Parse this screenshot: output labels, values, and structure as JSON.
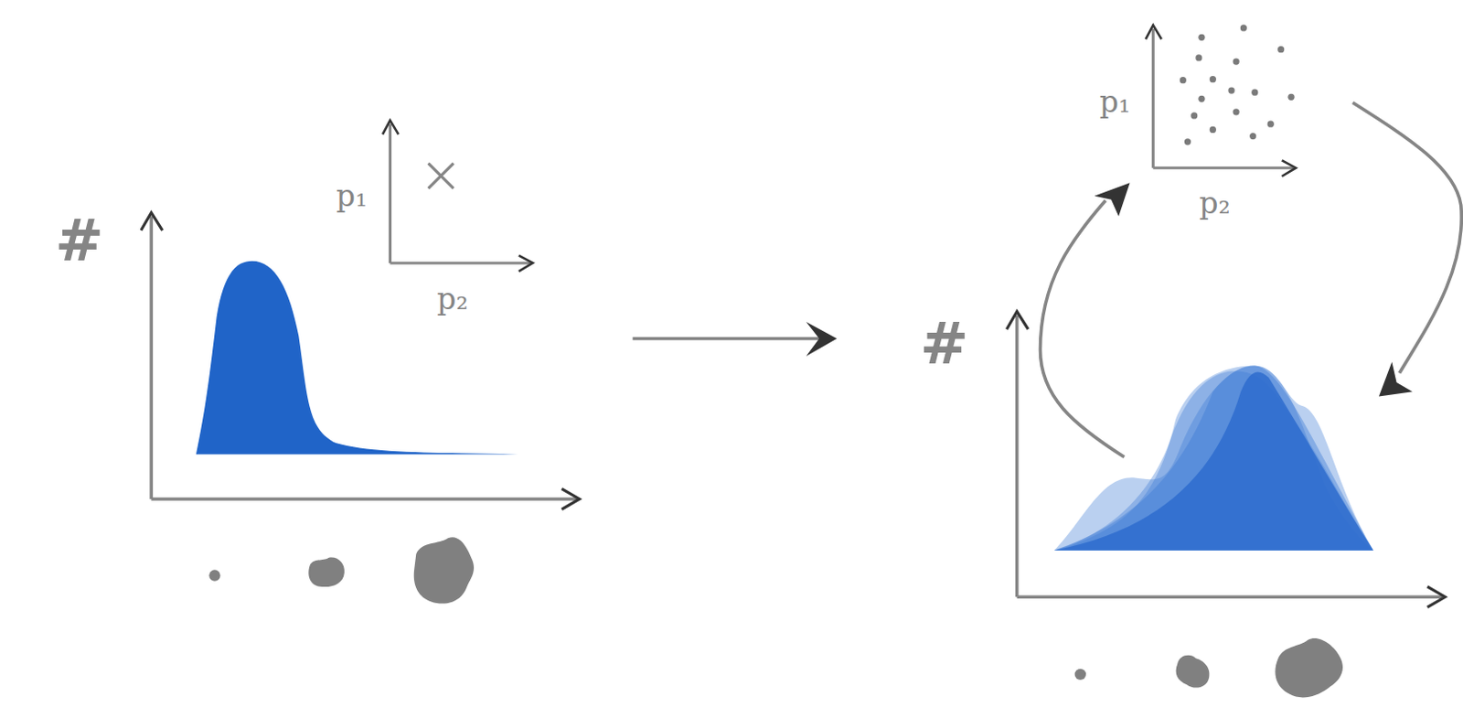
{
  "diagram": {
    "labels": [
      "#",
      "p₁",
      "p₂",
      "#",
      "p₁",
      "p₂"
    ]
  }
}
